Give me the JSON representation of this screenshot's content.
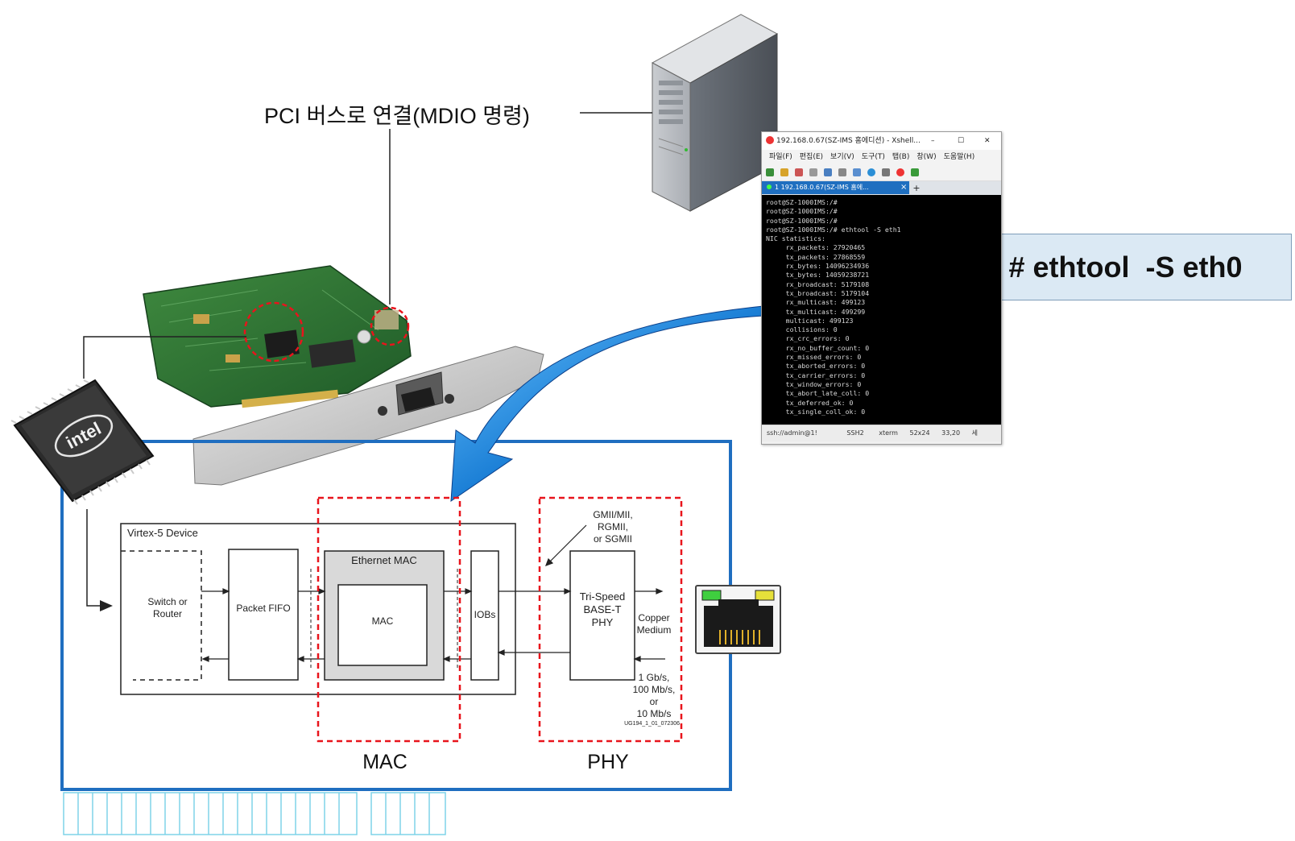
{
  "annotations": {
    "pci_label": "PCI 버스로 연결(MDIO 명령)",
    "command_callout": "# ethtool  -S eth0",
    "mac_label": "MAC",
    "phy_label": "PHY"
  },
  "chip": {
    "logo_text": "intel"
  },
  "xshell": {
    "title": "192.168.0.67(SZ-IMS 홈에디션) - Xshell...",
    "window_controls": [
      "–",
      "☐",
      "✕"
    ],
    "menu": [
      "파일(F)",
      "편집(E)",
      "보기(V)",
      "도구(T)",
      "탭(B)",
      "창(W)",
      "도움말(H)"
    ],
    "tab_label": "1 192.168.0.67(SZ-IMS 홈에...",
    "tab_close": "×",
    "tab_add": "+",
    "terminal_lines": [
      "root@SZ-1000IMS:/#",
      "root@SZ-1000IMS:/#",
      "root@SZ-1000IMS:/#",
      "root@SZ-1000IMS:/# ethtool -S eth1",
      "NIC statistics:",
      "     rx_packets: 27920465",
      "     tx_packets: 27868559",
      "     rx_bytes: 14096234936",
      "     tx_bytes: 14059238721",
      "     rx_broadcast: 5179108",
      "     tx_broadcast: 5179104",
      "     rx_multicast: 499123",
      "     tx_multicast: 499299",
      "     multicast: 499123",
      "     collisions: 0",
      "     rx_crc_errors: 0",
      "     rx_no_buffer_count: 0",
      "     rx_missed_errors: 0",
      "     tx_aborted_errors: 0",
      "     tx_carrier_errors: 0",
      "     tx_window_errors: 0",
      "     tx_abort_late_coll: 0",
      "     tx_deferred_ok: 0",
      "     tx_single_coll_ok: 0"
    ],
    "status": {
      "connection": "ssh://admin@1!",
      "protocol": "SSH2",
      "terminal": "xterm",
      "size": "52x24",
      "cursor": "33,20",
      "extra": "세"
    }
  },
  "block_diagram": {
    "device_label": "Virtex-5 Device",
    "switch_router": [
      "Switch or",
      "Router"
    ],
    "packet_fifo": "Packet FIFO",
    "ethernet_mac": "Ethernet MAC",
    "mac_inner": "MAC",
    "iobs": "IOBs",
    "interface_note": [
      "GMII/MII,",
      "RGMII,",
      "or SGMII"
    ],
    "phy_block": [
      "Tri-Speed",
      "BASE-T",
      "PHY"
    ],
    "copper": [
      "Copper",
      "Medium"
    ],
    "speeds": [
      "1 Gb/s,",
      "100 Mb/s,",
      "or",
      "10 Mb/s"
    ],
    "figure_id": "UG194_1_01_072306"
  },
  "colors": {
    "board_outline": "#1f6ec0",
    "dashed_highlight": "#e8141c",
    "terminal_bg": "#000000",
    "callout_bg": "#dbe9f4",
    "arrow_blue": "#1b7fd6"
  }
}
